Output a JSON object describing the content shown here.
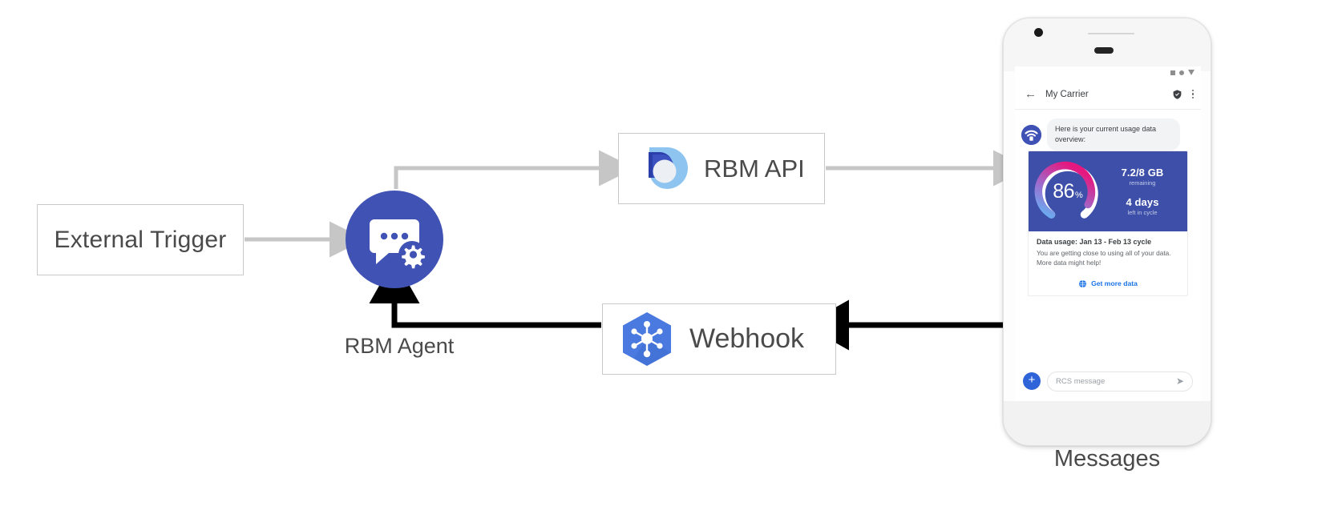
{
  "diagram": {
    "nodes": {
      "external_trigger": {
        "label": "External Trigger"
      },
      "rbm_agent": {
        "label": "RBM Agent",
        "icon": "chat-gear-icon",
        "color": "#4053b5"
      },
      "rbm_api": {
        "label": "RBM API",
        "icon": "rbm-api-droplet-icon"
      },
      "webhook": {
        "label": "Webhook",
        "icon": "webhook-hexagon-icon",
        "color": "#4a7ae0"
      },
      "messages": {
        "label": "Messages"
      }
    },
    "edges": [
      {
        "from": "External Trigger",
        "to": "RBM Agent",
        "style": "gray"
      },
      {
        "from": "RBM Agent",
        "to": "RBM API",
        "style": "gray"
      },
      {
        "from": "RBM API",
        "to": "Messages",
        "style": "gray"
      },
      {
        "from": "Messages",
        "to": "Webhook",
        "style": "black"
      },
      {
        "from": "Webhook",
        "to": "RBM Agent",
        "style": "black"
      }
    ]
  },
  "phone": {
    "app_bar": {
      "back_icon": "back-arrow-icon",
      "title": "My Carrier",
      "verified_icon": "verified-shield-icon",
      "overflow_icon": "overflow-menu-icon"
    },
    "status_icons": [
      "signal-square-icon",
      "signal-dot-icon",
      "battery-triangle-icon"
    ],
    "conversation": {
      "bot_avatar_icon": "carrier-bot-avatar",
      "intro_message": "Here is your current usage data overview:",
      "card": {
        "gauge": {
          "value": "86",
          "unit": "%",
          "percent": 86
        },
        "data_remaining": {
          "value": "7.2/8 GB",
          "caption": "remaining"
        },
        "days_left": {
          "value": "4 days",
          "caption": "left in cycle"
        },
        "title": "Data usage: Jan 13 - Feb 13 cycle",
        "description": "You are getting close to using all of your data. More data might help!",
        "action": {
          "icon": "globe-icon",
          "label": "Get more data"
        }
      }
    },
    "composer": {
      "add_icon": "plus-icon",
      "placeholder": "RCS message",
      "value": "",
      "send_icon": "send-icon"
    },
    "nav_bar": [
      "back-nav-icon",
      "home-nav-icon",
      "recents-nav-icon"
    ]
  },
  "colors": {
    "agent_blue": "#4053b5",
    "card_blue": "#3d4fa8",
    "link_blue": "#1a73e8",
    "arrow_gray": "#c6c6c6",
    "arrow_black": "#000000"
  }
}
